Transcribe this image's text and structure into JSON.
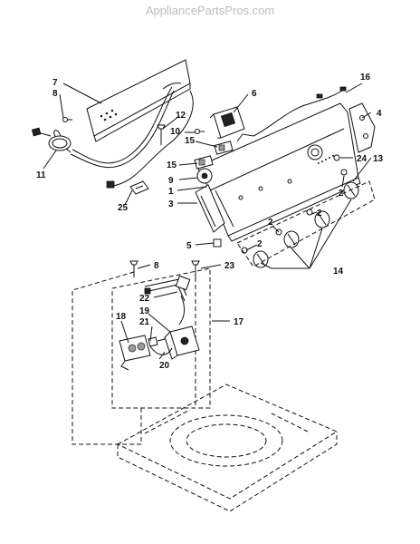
{
  "watermark": "AppliancePartsPros.com",
  "callouts": {
    "c7": "7",
    "c8a": "8",
    "c6": "6",
    "c16": "16",
    "c12": "12",
    "c10": "10",
    "c4": "4",
    "c11": "11",
    "c15a": "15",
    "c15b": "15",
    "c24": "24",
    "c13": "13",
    "c9": "9",
    "c1": "1",
    "c2a": "2",
    "c3": "3",
    "c25": "25",
    "c2b": "2",
    "c2c": "2",
    "c5": "5",
    "c2d": "2",
    "c14": "14",
    "c8b": "8",
    "c23": "23",
    "c22": "22",
    "c17": "17",
    "c18": "18",
    "c19": "19",
    "c21": "21",
    "c20": "20"
  },
  "colors": {
    "line": "#111111",
    "watermark": "#bdbdbd",
    "background": "#ffffff"
  }
}
